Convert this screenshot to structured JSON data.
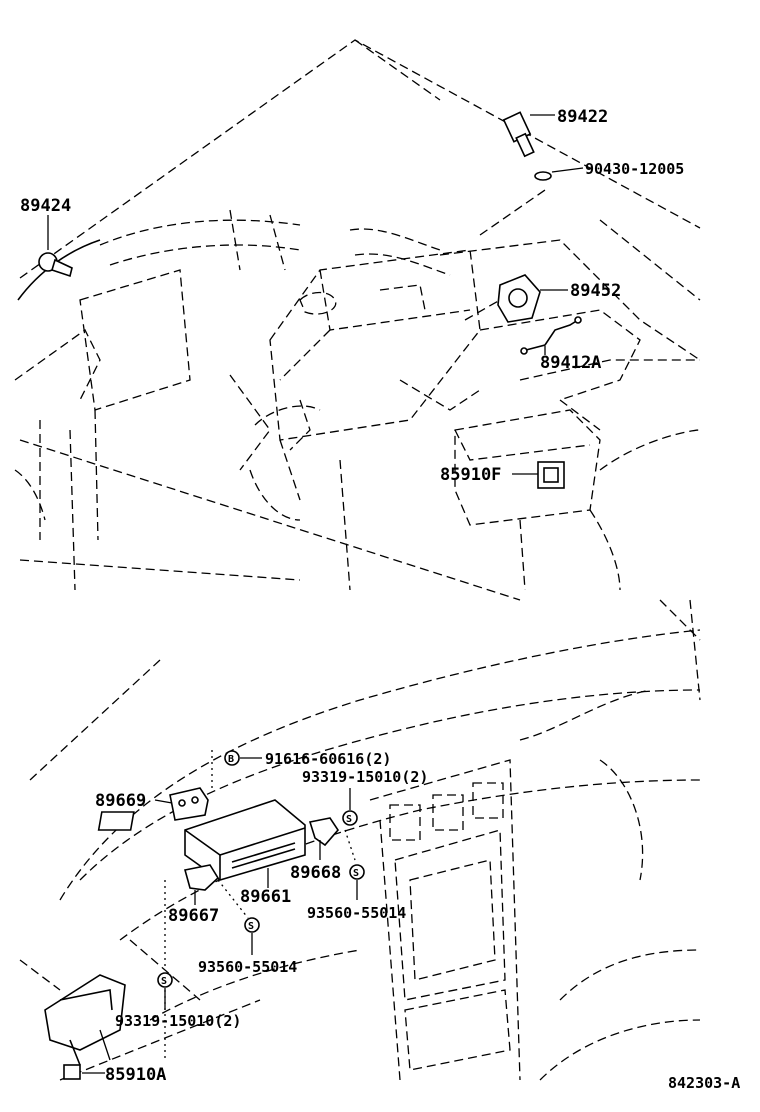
{
  "engine_labels": {
    "p89422": "89422",
    "p90430": "90430-12005",
    "p89424": "89424",
    "p89452": "89452",
    "p89412a": "89412A",
    "p85910f": "85910F"
  },
  "dash_labels": {
    "p91616": "91616-60616(2)",
    "p93319_top": "93319-15010(2)",
    "p89669": "89669",
    "p89668": "89668",
    "p89661": "89661",
    "p93560_right": "93560-55014",
    "p89667": "89667",
    "p93560_left": "93560-55014",
    "p93319_bottom": "93319-15010(2)",
    "p85910a": "85910A"
  },
  "symbols": {
    "bolt_symbol": "B",
    "screw_symbol": "S"
  },
  "diagram_code": "842303-A"
}
